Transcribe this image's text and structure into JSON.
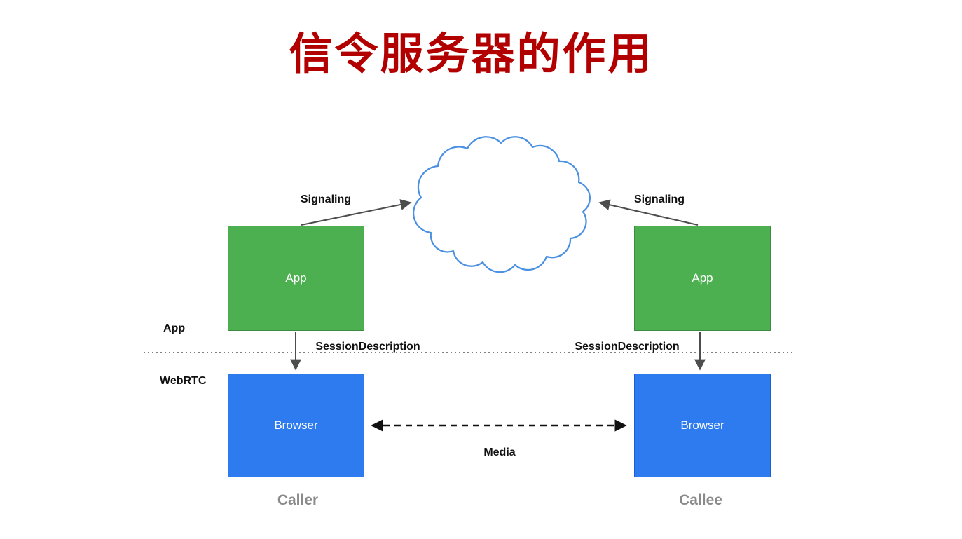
{
  "title": "信令服务器的作用",
  "layers": {
    "app": "App",
    "webrtc": "WebRTC"
  },
  "caller": {
    "signaling": "Signaling",
    "app_box": "App",
    "session_description": "SessionDescription",
    "browser_box": "Browser",
    "caption": "Caller"
  },
  "callee": {
    "signaling": "Signaling",
    "app_box": "App",
    "session_description": "SessionDescription",
    "browser_box": "Browser",
    "caption": "Callee"
  },
  "media_label": "Media",
  "colors": {
    "title_text": "#b20000",
    "app_box_fill": "#4caf50",
    "browser_box_fill": "#2e7bf0",
    "cloud_stroke": "#4a90e2",
    "arrow": "#4d4d4d",
    "caption_text": "#8a8a8a"
  }
}
